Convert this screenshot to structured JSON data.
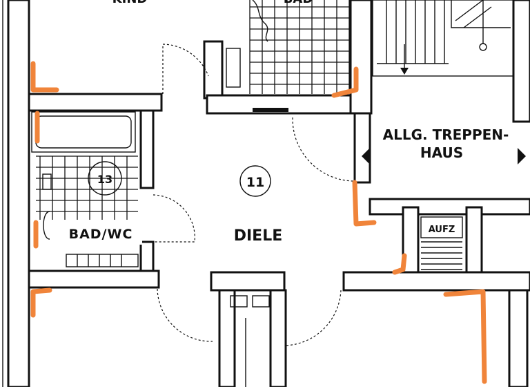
{
  "plan": {
    "rooms": {
      "kind": {
        "label": "KIND"
      },
      "bath_top": {
        "label": "BAD"
      },
      "stairwell": {
        "label_line1": "ALLG. TREPPEN-",
        "label_line2": "HAUS"
      },
      "bath": {
        "label": "BAD/WC",
        "number": "13"
      },
      "hall": {
        "label": "DIELE",
        "number": "11"
      },
      "duct": {
        "label": "AUFZ"
      }
    },
    "colors": {
      "wall": "#111111",
      "background": "#ffffff",
      "marker": "#f0843a"
    },
    "icons": [
      "arrow-left-icon",
      "arrow-right-icon"
    ]
  }
}
